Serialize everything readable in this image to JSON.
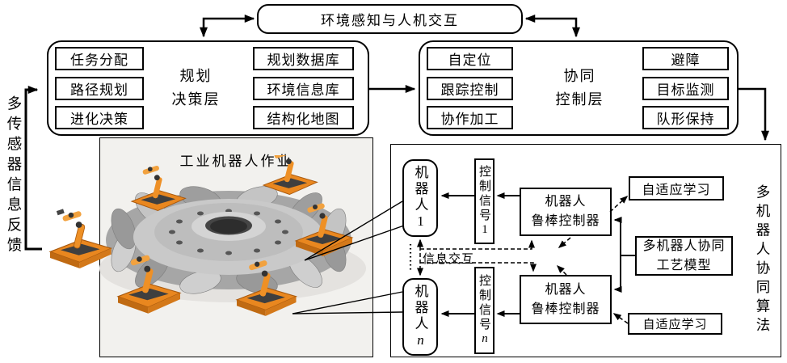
{
  "colors": {
    "line": "#000000",
    "robot_orange": "#e9871f",
    "robot_orange_light": "#f2a23f",
    "turbine_gray": "#b3b3b3",
    "photo_bg": "#f2f1ee"
  },
  "top_box": {
    "label": "环境感知与人机交互"
  },
  "planning_layer": {
    "title_line1": "规划",
    "title_line2": "决策层",
    "left_items": [
      "任务分配",
      "路径规划",
      "进化决策"
    ],
    "right_items": [
      "规划数据库",
      "环境信息库",
      "结构化地图"
    ]
  },
  "control_layer": {
    "title_line1": "协同",
    "title_line2": "控制层",
    "left_items": [
      "自定位",
      "跟踪控制",
      "协作加工"
    ],
    "right_items": [
      "避障",
      "目标监测",
      "队形保持"
    ]
  },
  "left_feedback_label": "多传感器信息反馈",
  "workspace": {
    "title": "工业机器人作业"
  },
  "coordination": {
    "side_label": "多机器人协同算法",
    "robot1": {
      "name": "机器人",
      "index": "1"
    },
    "signal1": {
      "name": "控制信号",
      "index": "1"
    },
    "controller1": {
      "line1": "机器人",
      "line2": "鲁棒控制器"
    },
    "adaptive1": {
      "label": "自适应学习"
    },
    "model": {
      "line1": "多机器人协同",
      "line2": "工艺模型"
    },
    "info_exchange": {
      "label": "信息交互"
    },
    "robot_n": {
      "name": "机器人",
      "index": "n"
    },
    "signal_n": {
      "name": "控制信号",
      "index": "n"
    },
    "controller_n": {
      "line1": "机器人",
      "line2": "鲁棒控制器"
    },
    "adaptive_n": {
      "label": "自适应学习"
    }
  }
}
